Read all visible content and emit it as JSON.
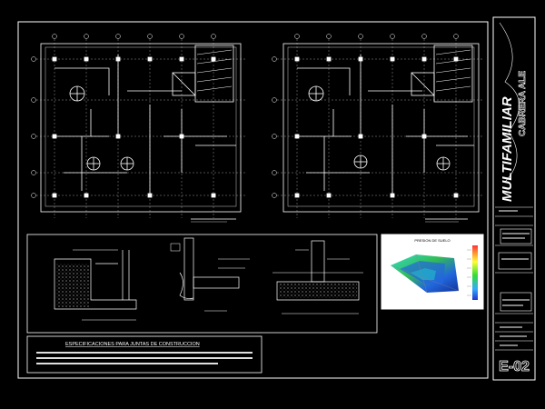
{
  "drawing": {
    "sheet_title": "MULTIFAMILIAR",
    "sheet_subtitle": "CABRERA ALE",
    "sheet_number": "E-02",
    "chart_title": "PRESION DE SUELO",
    "specs_title": "ESPECIFICACIONES PARA JUNTAS DE CONSTRUCCION",
    "colors": {
      "background": "#000000",
      "linework": "#ffffff",
      "grid": "#d7d7d7",
      "accent_green": "#33cc33",
      "accent_red": "#ff3333",
      "accent_yellow": "#ffff33"
    }
  }
}
